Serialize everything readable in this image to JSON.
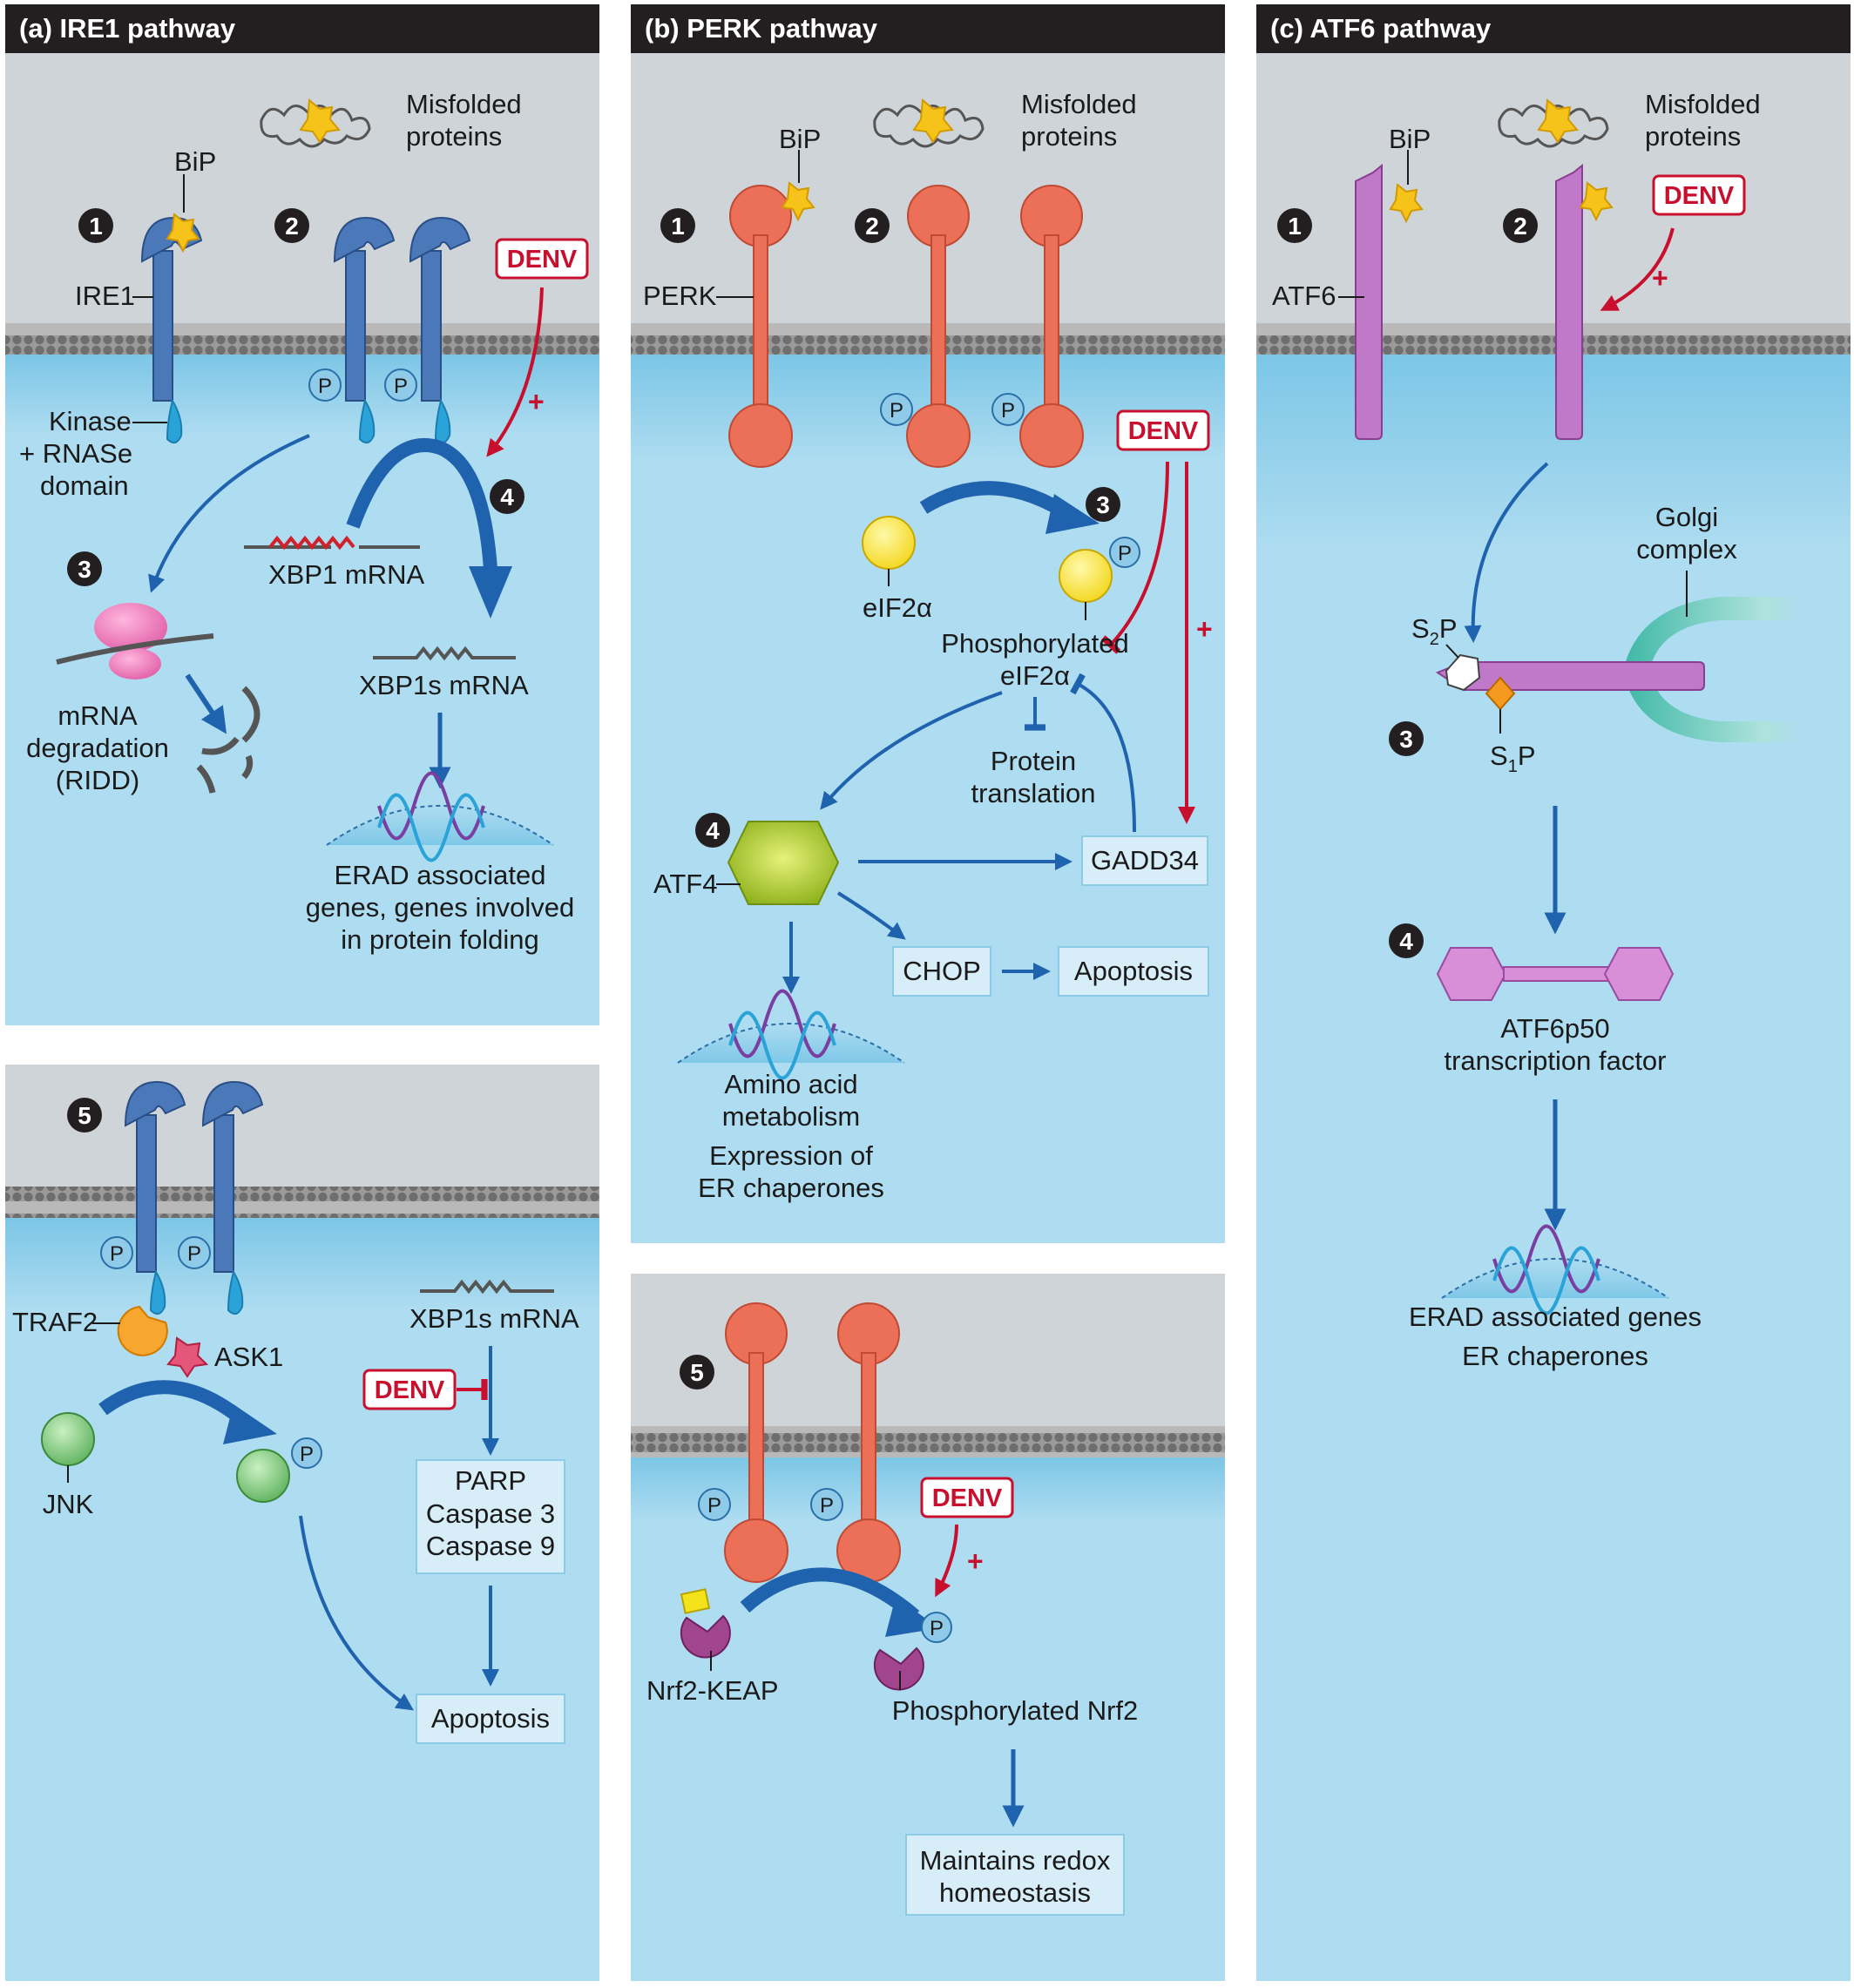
{
  "colors": {
    "lumen_gray": "#cfd4d8",
    "cytosol_blue": "#aedcf0",
    "header_black": "#231f20",
    "ire1_blue": "#4a78b8",
    "perk_orange": "#ec7058",
    "atf6_purple": "#c079c8",
    "denv_red": "#c8102e",
    "arrow_blue": "#1f62ad",
    "golgi_teal": "#4fc0b0"
  },
  "panel_a": {
    "header": "(a)  IRE1 pathway",
    "misfolded": [
      "Misfolded",
      "proteins"
    ],
    "bip": "BiP",
    "ire1": "IRE1",
    "kinase": [
      "Kinase",
      "+ RNASe",
      "domain"
    ],
    "denv": "DENV",
    "plus": "+",
    "xbp1": "XBP1 mRNA",
    "xbp1s": "XBP1s mRNA",
    "ridd": [
      "mRNA",
      "degradation",
      "(RIDD)"
    ],
    "erad": [
      "ERAD associated",
      "genes, genes involved",
      "in protein folding"
    ],
    "p": "P",
    "steps": [
      "1",
      "2",
      "3",
      "4",
      "5"
    ],
    "traf2": "TRAF2",
    "ask1": "ASK1",
    "jnk": "JNK",
    "xbp1s_lower": "XBP1s mRNA",
    "denv_lower": "DENV",
    "parp_box": [
      "PARP",
      "Caspase 3",
      "Caspase 9"
    ],
    "apoptosis": "Apoptosis"
  },
  "panel_b": {
    "header": "(b)  PERK pathway",
    "misfolded": [
      "Misfolded",
      "proteins"
    ],
    "bip": "BiP",
    "perk": "PERK",
    "denv": "DENV",
    "plus": "+",
    "eif2a": "eIF2α",
    "phos_eif2a": [
      "Phosphorylated",
      "eIF2α"
    ],
    "protein_translation": [
      "Protein",
      "translation"
    ],
    "atf4": "ATF4",
    "gadd34": "GADD34",
    "chop": "CHOP",
    "apoptosis": "Apoptosis",
    "amino": [
      "Amino acid",
      "metabolism"
    ],
    "expression": [
      "Expression of",
      "ER chaperones"
    ],
    "p": "P",
    "steps": [
      "1",
      "2",
      "3",
      "4",
      "5"
    ],
    "denv_lower": "DENV",
    "nrf2_keap": "Nrf2-KEAP",
    "phos_nrf2": "Phosphorylated Nrf2",
    "redox": [
      "Maintains redox",
      "homeostasis"
    ]
  },
  "panel_c": {
    "header": "(c) ATF6 pathway",
    "misfolded": [
      "Misfolded",
      "proteins"
    ],
    "bip": "BiP",
    "atf6": "ATF6",
    "denv": "DENV",
    "plus": "+",
    "golgi": [
      "Golgi",
      "complex"
    ],
    "s2p": [
      "S",
      "2",
      "P"
    ],
    "s1p": [
      "S",
      "1",
      "P"
    ],
    "atf6p50": [
      "ATF6p50",
      "transcription factor"
    ],
    "erad": [
      "ERAD associated genes",
      "ER chaperones"
    ],
    "steps": [
      "1",
      "2",
      "3",
      "4"
    ]
  }
}
